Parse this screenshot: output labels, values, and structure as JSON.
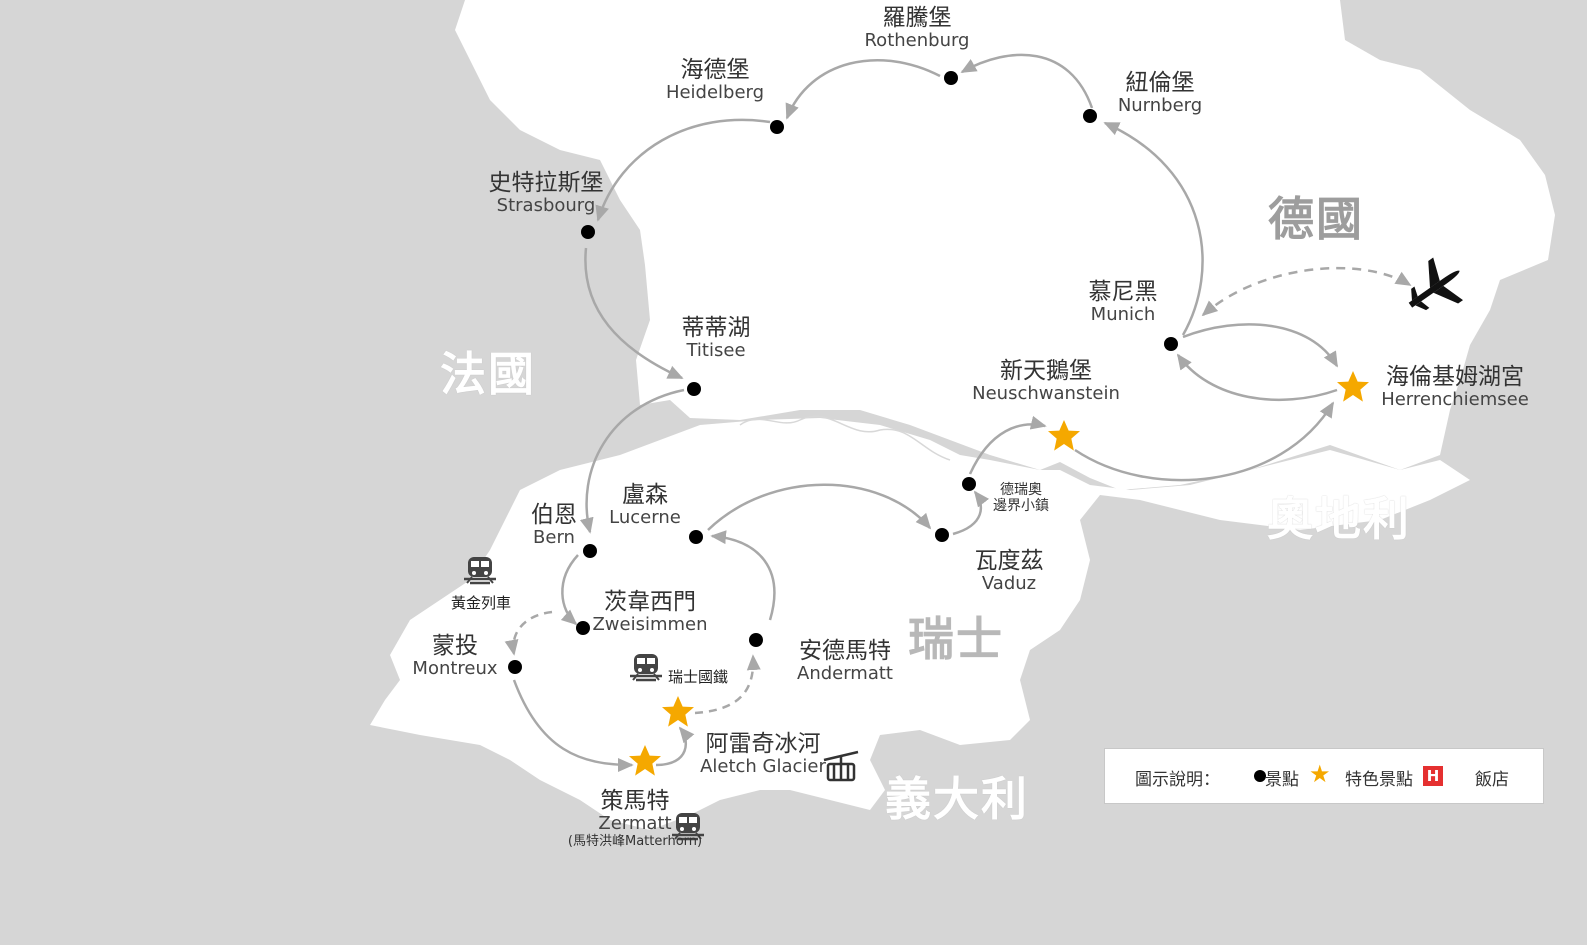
{
  "countries": {
    "germany": "德國",
    "france": "法國",
    "austria": "奧地利",
    "switzerland": "瑞士",
    "italy": "義大利"
  },
  "places": {
    "rothenburg": {
      "zh": "羅騰堡",
      "en": "Rothenburg"
    },
    "heidelberg": {
      "zh": "海德堡",
      "en": "Heidelberg"
    },
    "nurnberg": {
      "zh": "紐倫堡",
      "en": "Nurnberg"
    },
    "strasbourg": {
      "zh": "史特拉斯堡",
      "en": "Strasbourg"
    },
    "titisee": {
      "zh": "蒂蒂湖",
      "en": "Titisee"
    },
    "munich": {
      "zh": "慕尼黑",
      "en": "Munich"
    },
    "neuschwanstein": {
      "zh": "新天鵝堡",
      "en": "Neuschwanstein"
    },
    "herrenchiemsee": {
      "zh": "海倫基姆湖宮",
      "en": "Herrenchiemsee"
    },
    "border_town": {
      "line1": "德瑞奧",
      "line2": "邊界小鎮"
    },
    "vaduz": {
      "zh": "瓦度茲",
      "en": "Vaduz"
    },
    "lucerne": {
      "zh": "盧森",
      "en": "Lucerne"
    },
    "bern": {
      "zh": "伯恩",
      "en": "Bern"
    },
    "zweisimmen": {
      "zh": "茨韋西門",
      "en": "Zweisimmen"
    },
    "montreux": {
      "zh": "蒙投",
      "en": "Montreux"
    },
    "andermatt": {
      "zh": "安德馬特",
      "en": "Andermatt"
    },
    "aletsch": {
      "zh": "阿雷奇冰河",
      "en": "Aletch Glacier"
    },
    "zermatt": {
      "zh": "策馬特",
      "en": "Zermatt",
      "note": "(馬特洪峰Matterhorn)"
    }
  },
  "trains": {
    "golden_pass": "黃金列車",
    "sbb": "瑞士國鐵"
  },
  "legend": {
    "title": "圖示說明：",
    "spot": "景點",
    "feature": "特色景點",
    "hotel_icon": "H",
    "hotel": "飯店"
  },
  "colors": {
    "land": "#ffffff",
    "sea_bg": "#d6d6d6",
    "route": "#a8a8a8",
    "star": "#f5a800",
    "dot": "#000000",
    "hotel": "#e53030"
  },
  "icons": {
    "airport": "airplane-icon",
    "train": "train-icon",
    "cablecar": "cable-car-icon"
  }
}
